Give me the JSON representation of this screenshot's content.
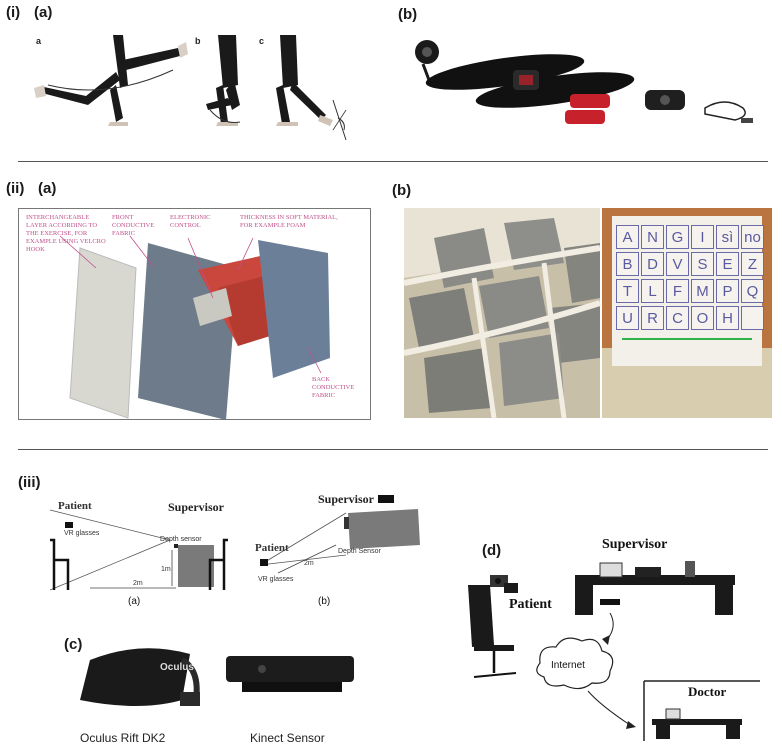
{
  "section_i": {
    "label": "(i)",
    "a": {
      "label": "(a)",
      "sub": [
        "a",
        "b",
        "c"
      ]
    },
    "b": {
      "label": "(b)"
    }
  },
  "section_ii": {
    "label": "(ii)",
    "a": {
      "label": "(a)",
      "annotations": {
        "layer": "INTERCHANGEABLE LAYER ACCORDING TO THE EXERCISE, FOR EXAMPLE USING VELCRO HOOK",
        "front": "FRONT CONDUCTIVE FABRIC",
        "electronic": "ELECTRONIC CONTROL",
        "thickness": "THICKNESS IN SOFT MATERIAL, FOR EXAMPLE FOAM",
        "back": "BACK CONDUCTIVE FABRIC"
      }
    },
    "b": {
      "label": "(b)",
      "letters": [
        "A",
        "N",
        "G",
        "I",
        "sì",
        "no",
        "B",
        "D",
        "V",
        "S",
        "E",
        "Z",
        "T",
        "L",
        "F",
        "M",
        "P",
        "Q",
        "U",
        "R",
        "C",
        "O",
        "H",
        ""
      ]
    }
  },
  "section_iii": {
    "label": "(iii)",
    "a": {
      "caption": "(a)",
      "patient": "Patient",
      "supervisor": "Supervisor",
      "vr": "VR glasses",
      "sensor": "Depth sensor",
      "d1": "1m",
      "d2": "2m"
    },
    "b": {
      "caption": "(b)",
      "patient": "Patient",
      "supervisor": "Supervisor",
      "vr": "VR glasses",
      "sensor": "Depth Sensor",
      "d2": "2m"
    },
    "c": {
      "label": "(c)",
      "left_caption": "Oculus Rift DK2",
      "right_caption": "Kinect Sensor",
      "brand": "Oculus"
    },
    "d": {
      "label": "(d)",
      "supervisor": "Supervisor",
      "patient": "Patient",
      "internet": "Internet",
      "doctor": "Doctor"
    }
  },
  "colors": {
    "annotation": "#c0508a",
    "grid_red": "#c9473c",
    "panel_blue": "#6b7f99",
    "letters": "#5a5aa0"
  }
}
